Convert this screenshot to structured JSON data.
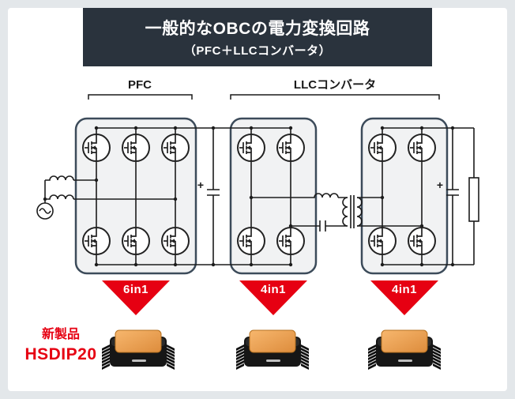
{
  "header": {
    "title": "一般的なOBCの電力変換回路",
    "subtitle": "（PFC＋LLCコンバータ）"
  },
  "sections": {
    "pfc_label": "PFC",
    "llc_label": "LLCコンバータ"
  },
  "circuit": {
    "capacitor_plus_left": "+",
    "capacitor_plus_right": "+",
    "pfc_mosfet_count": 6,
    "llc_primary_mosfet_count": 4,
    "llc_rectifier_mosfet_count": 4
  },
  "arrows": [
    {
      "label": "6in1"
    },
    {
      "label": "4in1"
    },
    {
      "label": "4in1"
    }
  ],
  "product": {
    "badge": "新製品",
    "name": "HSDIP20"
  },
  "colors": {
    "accent_red": "#e60012",
    "header_bg": "#2a333d",
    "block_border": "#3c4b5a",
    "block_fill": "#f1f2f3",
    "wire": "#1c1c1c",
    "module_top_orange": "#eda24f",
    "page_bg": "#e3e7ea",
    "card_bg": "#ffffff"
  }
}
